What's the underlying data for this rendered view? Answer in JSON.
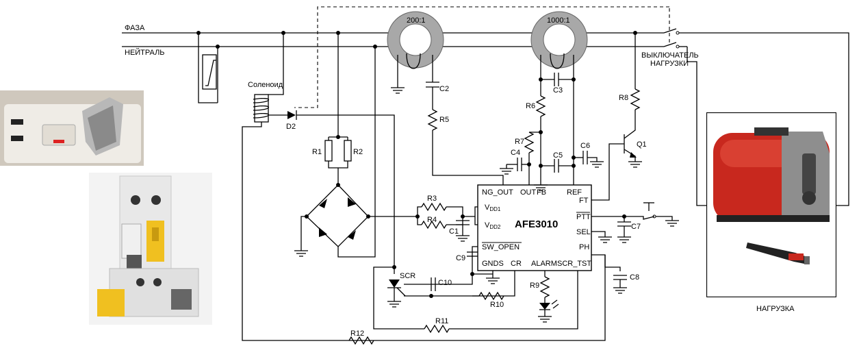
{
  "lines": {
    "phase": "ФАЗА",
    "neutral": "НЕЙТРАЛЬ"
  },
  "transformers": {
    "ct1": "200:1",
    "ct2": "1000:1"
  },
  "solenoid": "Соленоид",
  "switch_label": [
    "ВЫКЛЮЧАТЕЛЬ",
    "НАГРУЗКИ"
  ],
  "load_label": "НАГРУЗКА",
  "ic": {
    "name": "AFE3010",
    "pins": {
      "ng_out": "NG_OUT",
      "out": "OUT",
      "fb": "FB",
      "ref": "REF",
      "ft": "FT",
      "ptt": "PTT",
      "sel": "SEL",
      "ph": "PH",
      "vdd1": "V",
      "vdd1_sub": "DD1",
      "vdd2": "V",
      "vdd2_sub": "DD2",
      "sw_open": "SW_OPEN",
      "gnds": "GNDS",
      "cr": "CR",
      "alarm": "ALARM",
      "scr_tst": "SCR_TST"
    }
  },
  "components": {
    "C1": "C1",
    "C2": "C2",
    "C3": "C3",
    "C4": "C4",
    "C5": "C5",
    "C6": "C6",
    "C7": "C7",
    "C8": "C8",
    "C9": "C9",
    "C10": "C10",
    "R1": "R1",
    "R2": "R2",
    "R3": "R3",
    "R4": "R4",
    "R5": "R5",
    "R6": "R6",
    "R7": "R7",
    "R8": "R8",
    "R9": "R9",
    "R10": "R10",
    "R11": "R11",
    "R12": "R12",
    "D2": "D2",
    "Q1": "Q1",
    "SCR": "SCR"
  },
  "photos": [
    "gfci-outlet-photo",
    "rcd-breaker-photo",
    "toaster-photo",
    "hair-clipper-photo"
  ],
  "colors": {
    "toaster_red": "#c8281e",
    "breaker_yellow": "#f0c020",
    "core_gray": "#a8a8a8"
  }
}
